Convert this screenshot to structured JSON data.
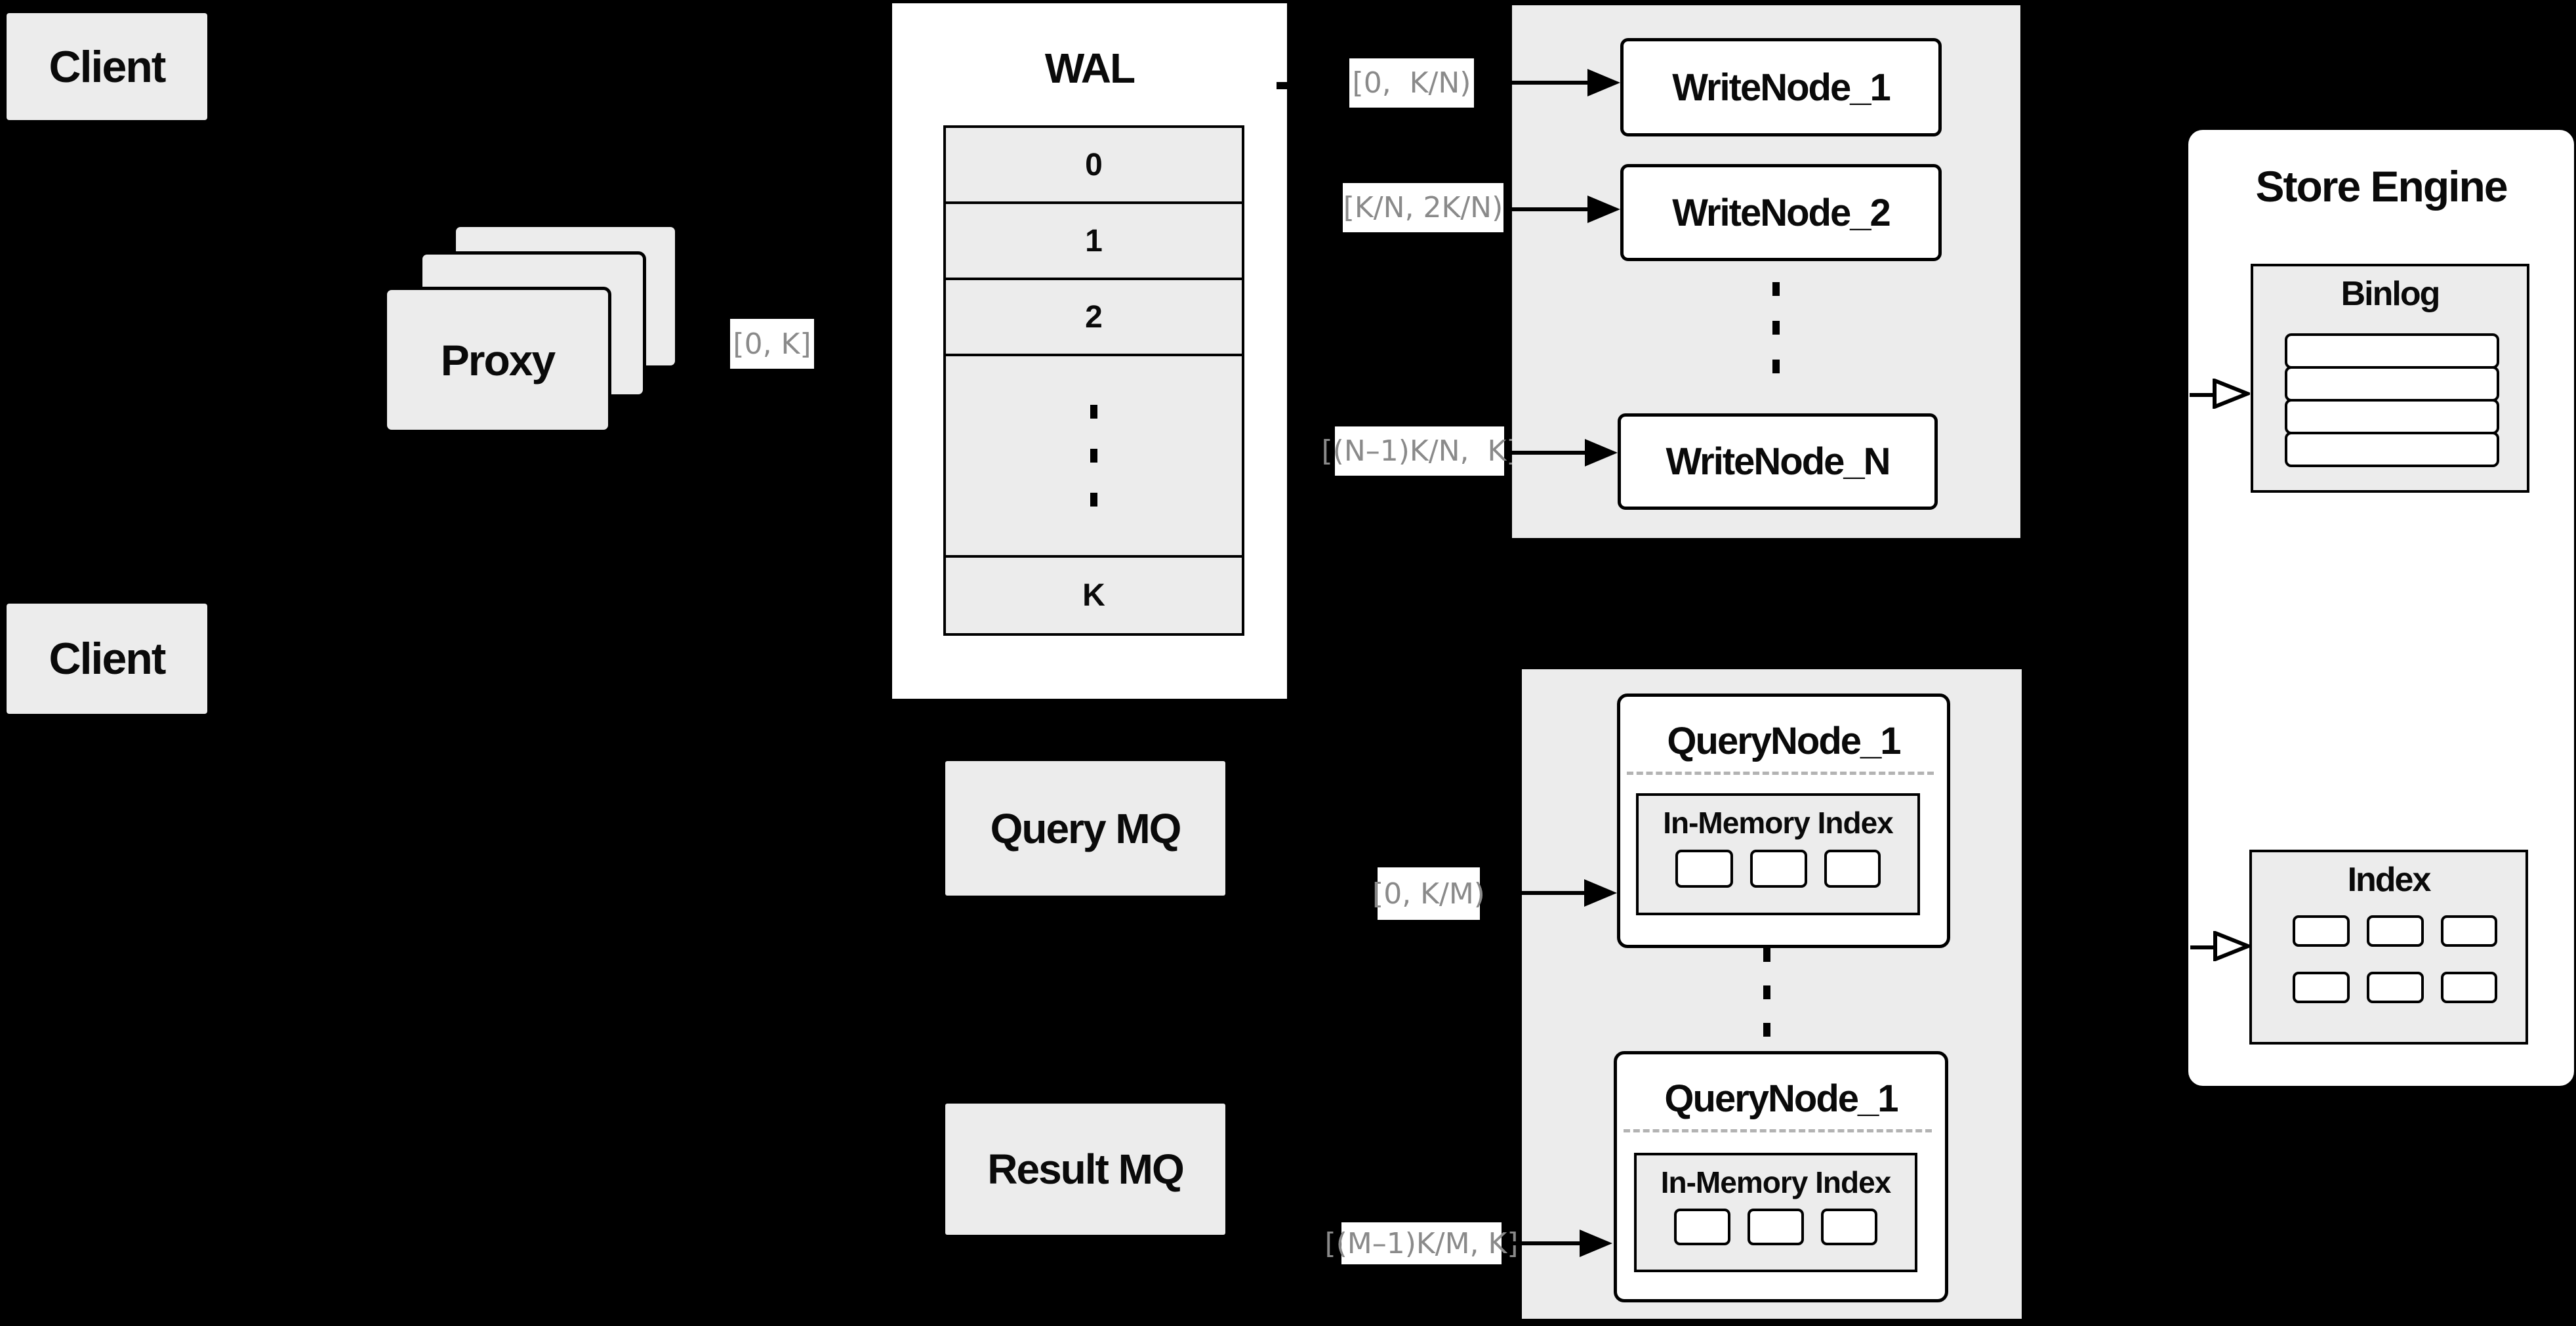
{
  "colors": {
    "background": "#000000",
    "panel_gray": "#ececec",
    "box_white": "#ffffff",
    "border_black": "#000000",
    "range_label_text": "#8a8a8a",
    "dashed_separator": "#b3b3b3"
  },
  "clients": {
    "top": "Client",
    "bottom": "Client"
  },
  "proxy": {
    "label": "Proxy",
    "range_out": "[0, K]"
  },
  "wal": {
    "title": "WAL",
    "rows": [
      "0",
      "1",
      "2",
      "K"
    ]
  },
  "write_path": {
    "ranges": {
      "n1": "[0,  K/N)",
      "n2": "[K/N, 2K/N)",
      "nN": "[(N–1)K/N,  K]"
    },
    "nodes": {
      "n1": "WriteNode_1",
      "n2": "WriteNode_2",
      "nN": "WriteNode_N"
    }
  },
  "query_path": {
    "query_mq": "Query MQ",
    "result_mq": "Result MQ",
    "ranges": {
      "q1": "[0, K/M)",
      "qM": "[(M–1)K/M, K]"
    },
    "nodes": {
      "q1": {
        "title": "QueryNode_1",
        "index": "In-Memory Index"
      },
      "q2": {
        "title": "QueryNode_1",
        "index": "In-Memory Index"
      }
    }
  },
  "store_engine": {
    "title": "Store Engine",
    "binlog": "Binlog",
    "index": "Index"
  }
}
